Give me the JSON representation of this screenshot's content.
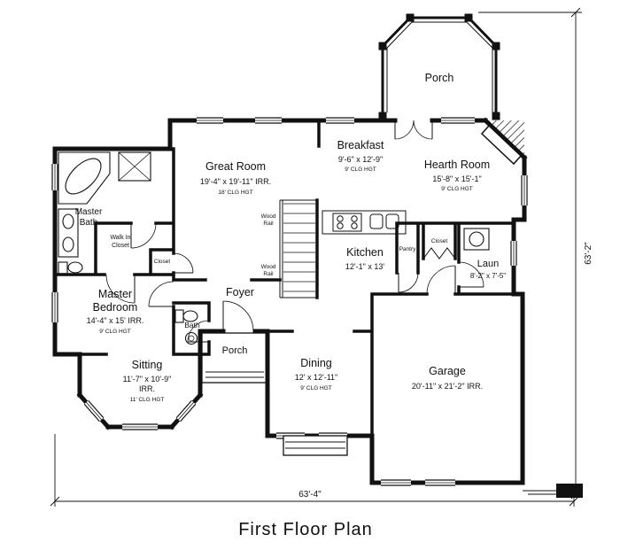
{
  "drawing": {
    "title": "First Floor Plan",
    "dimensions": {
      "right_overall": "63'-2\"",
      "bottom_overall": "63'-4\""
    },
    "rooms": {
      "porch_top": {
        "name": "Porch"
      },
      "breakfast": {
        "name": "Breakfast",
        "size": "9'-6\" x 12'-9\"",
        "ceiling": "9' CLG HGT"
      },
      "hearth_room": {
        "name": "Hearth Room",
        "size": "15'-8\" x 15'-1\"",
        "ceiling": "9' CLG HGT"
      },
      "great_room": {
        "name": "Great Room",
        "size": "19'-4\" x 19'-11\" IRR.",
        "ceiling": "18' CLG HGT"
      },
      "master_bath": {
        "lines": [
          "Master",
          "Bath"
        ]
      },
      "walk_in_closet": {
        "lines": [
          "Walk In",
          "Closet"
        ]
      },
      "foyer_closet": {
        "name": "Closet"
      },
      "wood_rail_upper": {
        "lines": [
          "Wood",
          "Rail"
        ]
      },
      "wood_rail_lower": {
        "lines": [
          "Wood",
          "Rail"
        ]
      },
      "kitchen": {
        "name": "Kitchen",
        "size": "12'-1\" x 13'"
      },
      "pantry": {
        "name": "Pantry"
      },
      "hall_closet": {
        "name": "Closet"
      },
      "laundry": {
        "name": "Laun",
        "size": "8'-2\" x 7'-5\""
      },
      "master_bedroom": {
        "lines": [
          "Master",
          "Bedroom"
        ],
        "size": "14'-4\" x 15' IRR.",
        "ceiling": "9' CLG HGT"
      },
      "foyer": {
        "name": "Foyer"
      },
      "bath": {
        "name": "Bath"
      },
      "porch_front": {
        "name": "Porch"
      },
      "sitting": {
        "name": "Sitting",
        "size": "11'-7\" x 10'-9\"",
        "size2": "IRR.",
        "ceiling": "11' CLG HGT"
      },
      "dining": {
        "name": "Dining",
        "size": "12' x 12'-11\"",
        "ceiling": "9' CLG HGT"
      },
      "garage": {
        "name": "Garage",
        "size": "20'-11\" x 21'-2\" IRR."
      }
    }
  }
}
